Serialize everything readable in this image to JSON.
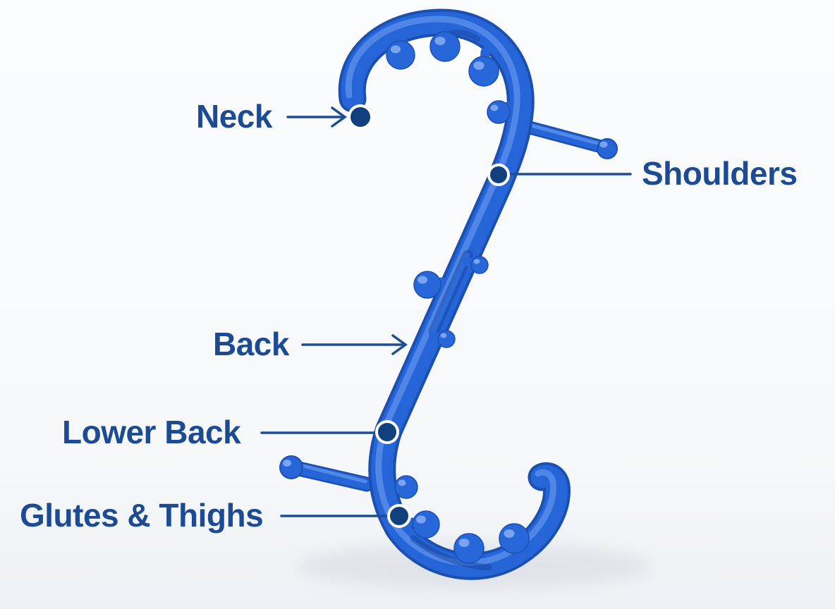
{
  "diagram": {
    "illustration": "massage-cane",
    "colors": {
      "background": "#f7f9fb",
      "cane_blue": "#2565d8",
      "cane_blue_dark": "#1c50b0",
      "cane_blue_highlight": "#6f9ff0",
      "label_text": "#1c4b94",
      "callout_line": "#1d4e93",
      "dot_fill": "#123f7e",
      "dot_ring": "#ffffff"
    },
    "annotations": [
      {
        "label": "Neck",
        "connector": "arrow",
        "target": "top-hook-tip"
      },
      {
        "label": "Shoulders",
        "connector": "line",
        "target": "upper-shaft"
      },
      {
        "label": "Back",
        "connector": "arrow",
        "target": "mid-shaft"
      },
      {
        "label": "Lower Back",
        "connector": "line",
        "target": "lower-shaft"
      },
      {
        "label": "Glutes & Thighs",
        "connector": "line",
        "target": "bottom-hook"
      }
    ]
  }
}
